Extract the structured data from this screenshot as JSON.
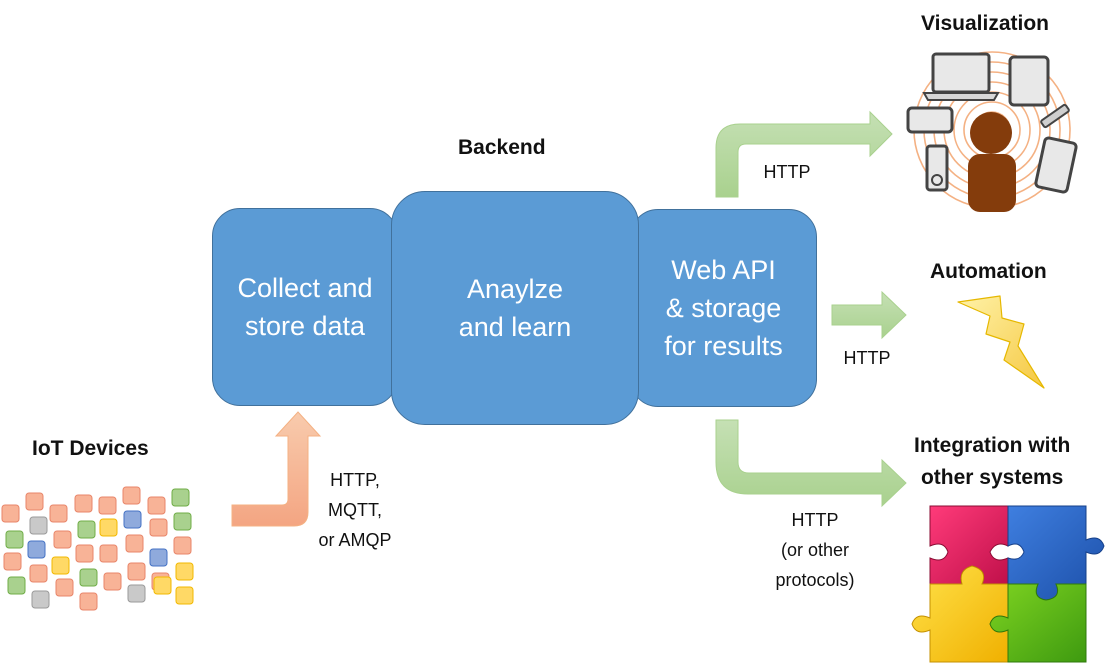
{
  "headings": {
    "backend": "Backend",
    "iot_devices": "IoT Devices",
    "visualization": "Visualization",
    "automation": "Automation",
    "integration": "Integration with\nother systems"
  },
  "boxes": {
    "collect": "Collect  and\nstore data",
    "analyze": "Anaylze\nand learn",
    "webapi": "Web API\n& storage\nfor results"
  },
  "protocols": {
    "devices_in": "HTTP,\nMQTT,\nor AMQP",
    "visualization": "HTTP",
    "automation": "HTTP",
    "integration": "HTTP\n(or other\nprotocols)"
  },
  "colors": {
    "box_fill": "#5b9bd5",
    "box_border": "#41719c",
    "input_arrow": "#f4b183",
    "output_arrow": "#a9d18e",
    "lightning": "#ffd966",
    "person": "#843c0c"
  },
  "icons": {
    "devices": "device-tiles-icon",
    "visualization": "person-with-devices-icon",
    "automation": "lightning-bolt-icon",
    "integration": "puzzle-pieces-icon"
  }
}
